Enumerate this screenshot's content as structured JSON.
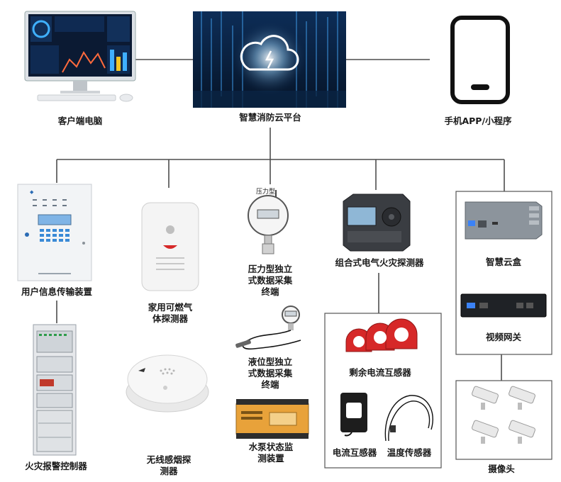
{
  "top": {
    "client_pc": "客户端电脑",
    "cloud_platform": "智慧消防云平台",
    "mobile_app": "手机APP/小程序"
  },
  "devices": {
    "user_info_transmitter": "用户信息传输装置",
    "fire_alarm_controller": "火灾报警控制器",
    "gas_detector": [
      "家用可燃气",
      "体探测器"
    ],
    "smoke_detector": [
      "无线感烟探",
      "测器"
    ],
    "pressure_collector": [
      "压力型独立",
      "式数据采集",
      "终端"
    ],
    "pressure_gauge_caption": "压力型",
    "level_collector": [
      "液位型独立",
      "式数据采集",
      "终端"
    ],
    "pump_monitor": [
      "水泵状态监",
      "测装置"
    ],
    "electrical_fire_detector": "组合式电气火灾探测器",
    "residual_current_transformer": "剩余电流互感器",
    "current_transformer": "电流互感器",
    "temperature_sensor": "温度传感器",
    "smart_cloud_box": "智慧云盒",
    "video_gateway": "视频网关",
    "camera": "摄像头"
  },
  "colors": {
    "line": "#4d4d4d",
    "cloud_bg": "#0a1e3c",
    "device_red": "#d62828"
  }
}
